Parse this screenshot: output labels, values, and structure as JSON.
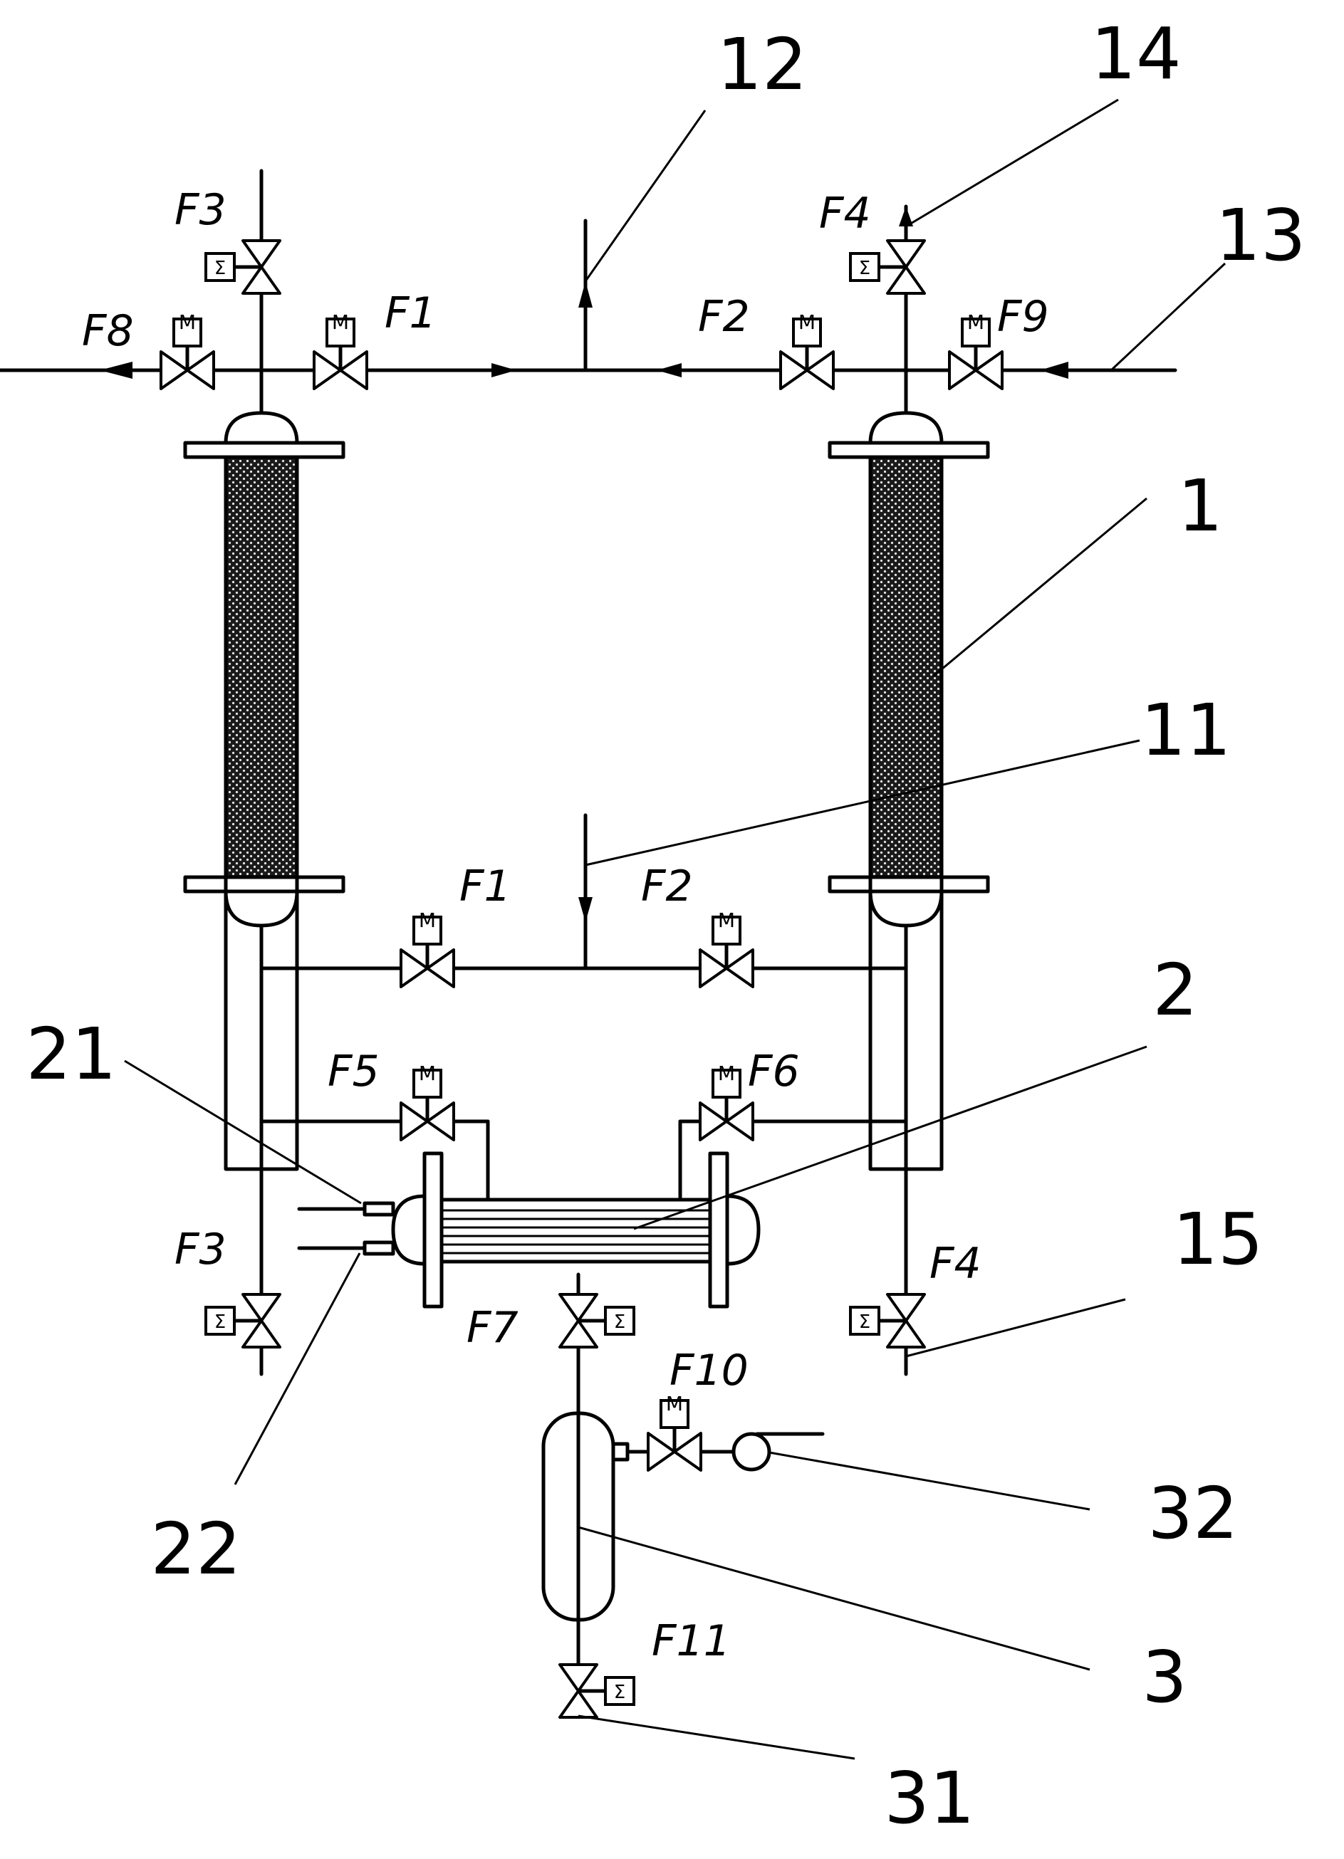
{
  "diagram": {
    "valve_labels": {
      "f3_top": "F3",
      "f4_top": "F4",
      "f8": "F8",
      "f1_top": "F1",
      "f2_top": "F2",
      "f9": "F9",
      "f1_mid": "F1",
      "f2_mid": "F2",
      "f5": "F5",
      "f6": "F6",
      "f3_bot": "F3",
      "f4_bot": "F4",
      "f7": "F7",
      "f10": "F10",
      "f11": "F11"
    },
    "actuator_glyphs": {
      "motor": "M",
      "solenoid": "Σ"
    },
    "reference_numbers": {
      "n12": "12",
      "n14": "14",
      "n13": "13",
      "n1": "1",
      "n11": "11",
      "n2": "2",
      "n21": "21",
      "n15": "15",
      "n32": "32",
      "n22": "22",
      "n3": "3",
      "n31": "31"
    }
  }
}
